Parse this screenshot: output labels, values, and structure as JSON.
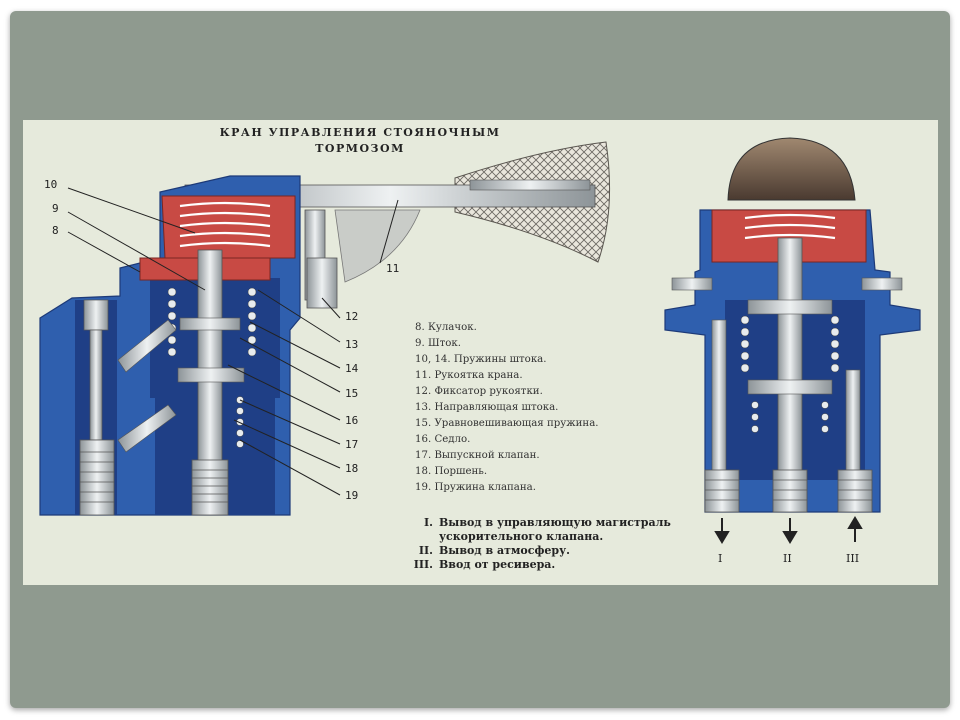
{
  "title": {
    "line1": "КРАН УПРАВЛЕНИЯ СТОЯНОЧНЫМ",
    "line2": "ТОРМОЗОМ"
  },
  "callouts": [
    "10",
    "9",
    "8",
    "11",
    "12",
    "13",
    "14",
    "15",
    "16",
    "17",
    "18",
    "19"
  ],
  "legend": [
    "8. Кулачок.",
    "9. Шток.",
    "10, 14. Пружины штока.",
    "11. Рукоятка крана.",
    "12. Фиксатор рукоятки.",
    "13. Направляющая штока.",
    "15. Уравновешивающая пружина.",
    "16. Седло.",
    "17. Выпускной клапан.",
    "18. Поршень.",
    "19. Пружина клапана."
  ],
  "outlets": [
    {
      "num": "I.",
      "lines": [
        "Вывод в управляющую магистраль",
        "ускорительного клапана."
      ]
    },
    {
      "num": "II.",
      "lines": [
        "Вывод в атмосферу."
      ]
    },
    {
      "num": "III.",
      "lines": [
        "Ввод от ресивера."
      ]
    }
  ],
  "port_labels": [
    "I",
    "II",
    "III"
  ],
  "colors": {
    "body_blue": "#2f5fae",
    "dark_blue": "#1f3f86",
    "red": "#c84a44",
    "metal": "#cfd4d6",
    "plate": "#e6eadc",
    "frame": "#8f9a8f"
  }
}
